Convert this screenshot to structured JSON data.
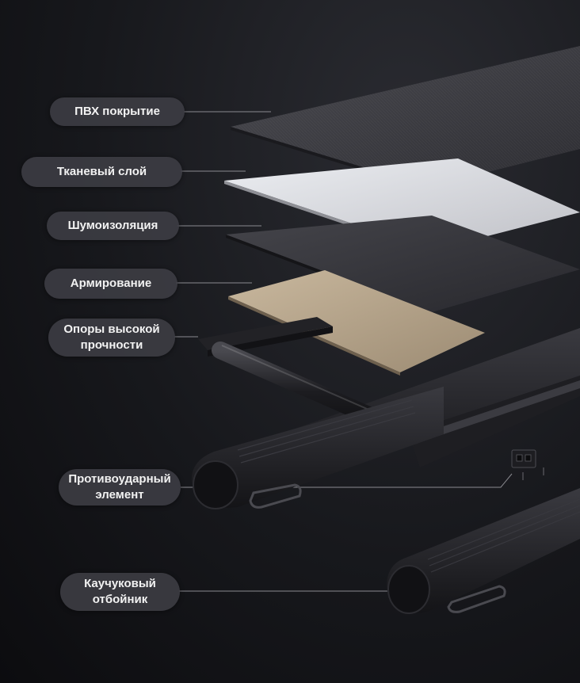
{
  "labels": [
    {
      "id": "pvc-coating",
      "lines": [
        "ПВХ покрытие"
      ]
    },
    {
      "id": "fabric-layer",
      "lines": [
        "Тканевый слой"
      ]
    },
    {
      "id": "noise-insulation",
      "lines": [
        "Шумоизоляция"
      ]
    },
    {
      "id": "reinforcement",
      "lines": [
        "Армирование"
      ]
    },
    {
      "id": "high-strength-supports",
      "lines": [
        "Опоры высокой",
        "прочности"
      ]
    },
    {
      "id": "shock-absorbing-element",
      "lines": [
        "Противоударный",
        "элемент"
      ]
    },
    {
      "id": "rubber-bumper",
      "lines": [
        "Каучуковый",
        "отбойник"
      ]
    }
  ],
  "colors": {
    "pill_background": "#3e3e44",
    "pill_text": "#f2f2f2",
    "leader_line": "#8a8a90",
    "pvc_layer": "#3d3d42",
    "fabric_layer": "#d9dade",
    "noise_layer": "#333338",
    "reinforcement_layer": "#b9a88f",
    "frame": "#1b1b1f"
  }
}
